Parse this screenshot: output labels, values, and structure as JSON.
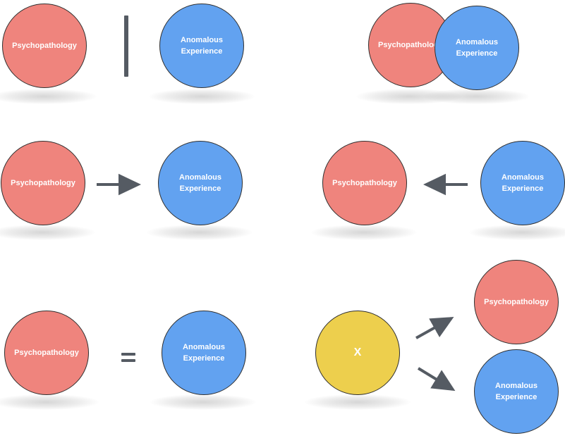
{
  "labels": {
    "psychopathology": "Psychopathology",
    "anomalous_experience": "Anomalous\nExperience",
    "x": "X"
  },
  "colors": {
    "red_circle": "#ef847d",
    "blue_circle": "#62a2f0",
    "yellow_circle": "#edcf4d",
    "symbol": "#555b63"
  },
  "panels": [
    {
      "id": "separate",
      "symbol": "vertical-bar"
    },
    {
      "id": "overlap",
      "symbol": "overlap"
    },
    {
      "id": "psychopathology-causes-anomalous",
      "symbol": "arrow-right"
    },
    {
      "id": "anomalous-causes-psychopathology",
      "symbol": "arrow-left"
    },
    {
      "id": "identical",
      "symbol": "equals"
    },
    {
      "id": "common-cause",
      "symbol": "diverging-arrows"
    }
  ]
}
